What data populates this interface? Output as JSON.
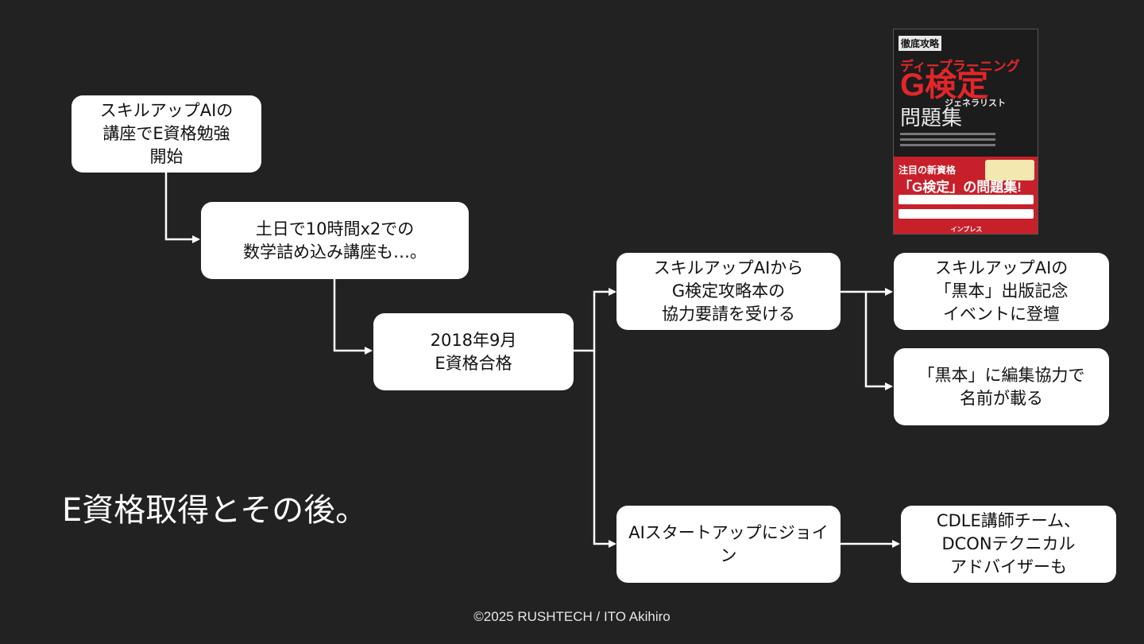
{
  "title": "E資格取得とその後。",
  "footer": "©2025 RUSHTECH / ITO Akihiro",
  "nodes": {
    "n1": "スキルアップAIの\n講座でE資格勉強\n開始",
    "n2": "土日で10時間x2での\n数学詰め込み講座も…。",
    "n3": "2018年9月\nE資格合格",
    "n4": "スキルアップAIから\nG検定攻略本の\n協力要請を受ける",
    "n5": "AIスタートアップにジョイ\nン",
    "n6": "スキルアップAIの\n「黒本」出版記念\nイベントに登壇",
    "n7": "「黒本」に編集協力で\n名前が載る",
    "n8": "CDLE講師チーム、\nDCONテクニカル\nアドバイザーも"
  },
  "book": {
    "tag": "徹底攻略",
    "subtitle": "ディープラーニング",
    "main": "G検定",
    "ruby": "ジェネラリスト",
    "collection": "問題集",
    "band_line1": "注目の新資格",
    "band_line2": "「G検定」の問題集!",
    "publisher": "インプレス"
  },
  "colors": {
    "background": "#222222",
    "node": "#ffffff",
    "connector": "#ffffff",
    "book_red": "#c8202a"
  }
}
